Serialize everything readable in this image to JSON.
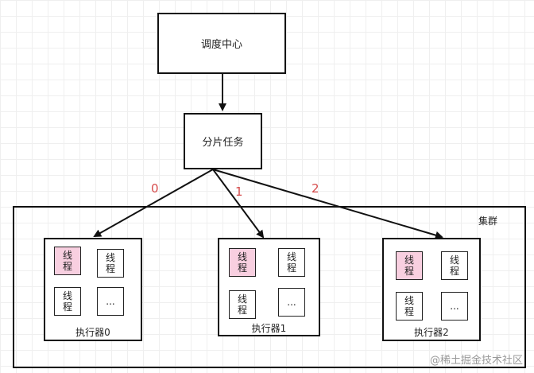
{
  "nodes": {
    "scheduler": "调度中心",
    "shard": "分片任务",
    "cluster": "集群"
  },
  "edge_labels": [
    "0",
    "1",
    "2"
  ],
  "executors": [
    {
      "label": "执行器0",
      "cells": [
        {
          "text": "线程",
          "highlighted": true
        },
        {
          "text": "线程",
          "highlighted": false
        },
        {
          "text": "线程",
          "highlighted": false
        },
        {
          "text": "...",
          "highlighted": false
        }
      ]
    },
    {
      "label": "执行器1",
      "cells": [
        {
          "text": "线程",
          "highlighted": true
        },
        {
          "text": "线程",
          "highlighted": false
        },
        {
          "text": "线程",
          "highlighted": false
        },
        {
          "text": "...",
          "highlighted": false
        }
      ]
    },
    {
      "label": "执行器2",
      "cells": [
        {
          "text": "线程",
          "highlighted": true
        },
        {
          "text": "线程",
          "highlighted": false
        },
        {
          "text": "线程",
          "highlighted": false
        },
        {
          "text": "...",
          "highlighted": false
        }
      ]
    }
  ],
  "watermark": "@稀土掘金技术社区",
  "colors": {
    "highlight_fill": "#f8cfe0",
    "edge_label": "#d64b4b",
    "stroke": "#111111"
  }
}
